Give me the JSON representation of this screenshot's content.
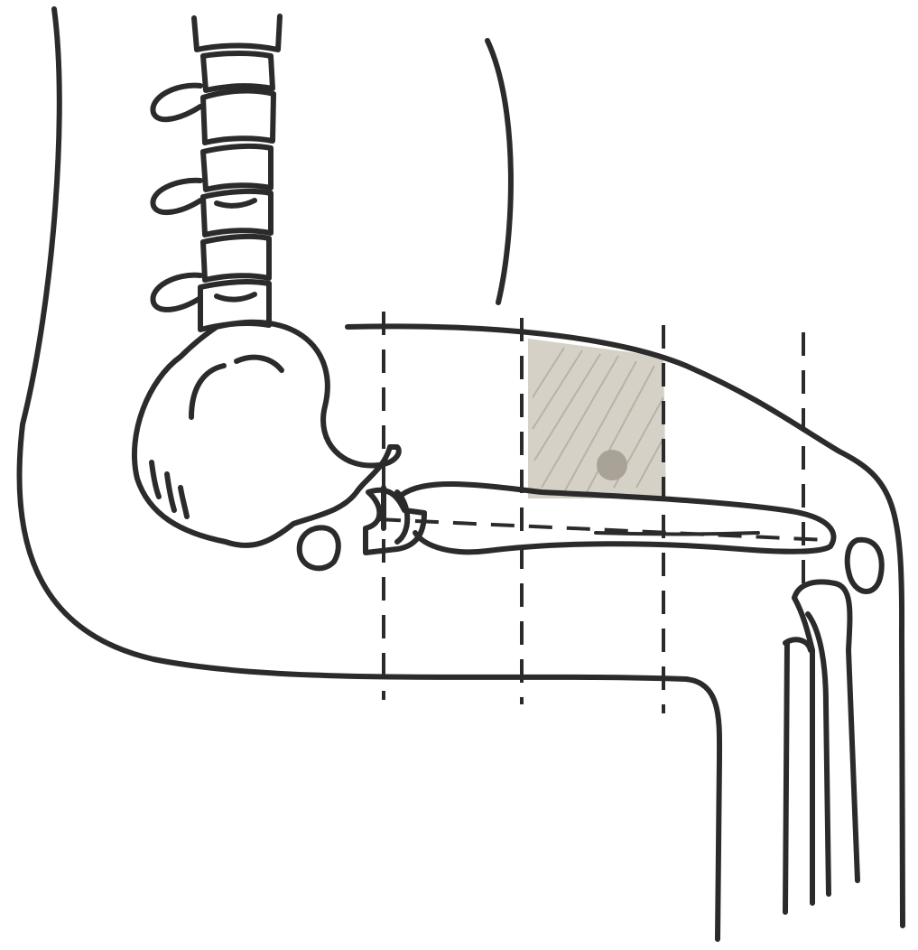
{
  "diagram": {
    "style": "line drawing, sagittal view of sitting pelvis and thigh",
    "colors": {
      "ink": "#2b2b2b",
      "background": "#ffffff",
      "shading": "#d6d1c7",
      "hatch": "#b9b2a6",
      "dot": "#a8a297"
    },
    "elements": [
      "torso-outline",
      "spine-vertebrae",
      "pelvis",
      "femur",
      "kneecap",
      "lower-leg",
      "thigh-outline",
      "reference-dashed-lines",
      "highlighted-zone"
    ]
  }
}
